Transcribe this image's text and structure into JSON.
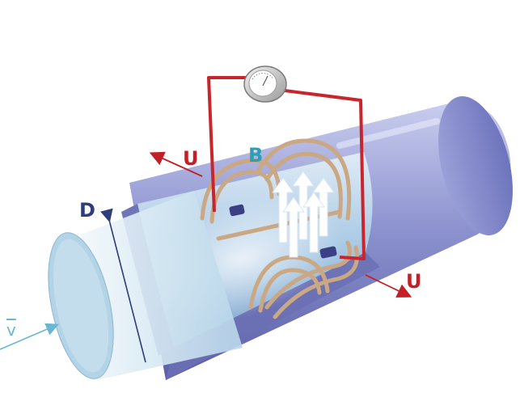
{
  "labels": {
    "diameter": "D",
    "magnetic_field": "B",
    "voltage_left": "U",
    "voltage_right": "U",
    "velocity": "v"
  },
  "colors": {
    "pipe_body": "#8d93cf",
    "pipe_light": "#c9cdee",
    "pipe_inner": "#b8d6ea",
    "fluid_core": "#cfe2ef",
    "coil_copper": "#c9a883",
    "circuit_wire": "#c8252c",
    "label_blue": "#2f3d7a",
    "label_teal": "#2a9fb7",
    "label_red": "#c21f26",
    "velocity_arrow": "#6ab7d3",
    "field_arrows": "#ffffff"
  },
  "icons": {
    "meter": "voltmeter-gauge-icon",
    "coil": "magnetic-coil-icon",
    "electrode": "electrode-icon"
  }
}
